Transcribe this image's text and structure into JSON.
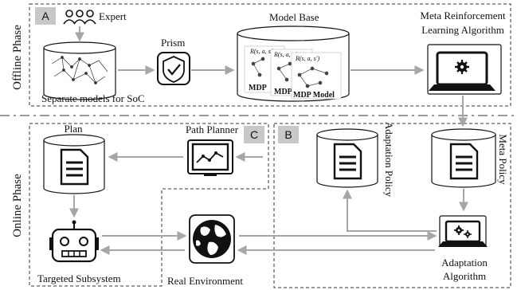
{
  "phases": {
    "offline": "Offline Phase",
    "online": "Online Phase"
  },
  "sections": {
    "a": "A",
    "b": "B",
    "c": "C"
  },
  "nodes": {
    "expert": "Expert",
    "separate_models": "Separate models for SoC",
    "prism": "Prism",
    "model_base": "Model Base",
    "mdp_formula_1": "R(s, a, s′)",
    "mdp_formula_2": "R(s, a, s′)",
    "mdp_formula_3": "R(s, a, s′)",
    "mdp_1": "MDP",
    "mdp_2": "MDP",
    "mdp_3": "MDP Model",
    "meta_rl_line1": "Meta Reinforcement",
    "meta_rl_line2": "Learning Algorithm",
    "meta_policy": "Meta Policy",
    "adaptation_policy": "Adaptation Policy",
    "adaptation_alg_line1": "Adaptation",
    "adaptation_alg_line2": "Algorithm",
    "path_planner": "Path Planner",
    "plan": "Plan",
    "targeted_subsystem": "Targeted Subsystem",
    "real_environment": "Real Environment"
  },
  "colors": {
    "arrow": "#a6a6a6",
    "tag_bg": "#c8c8c8",
    "cylinder_fill": "#ffffff",
    "icon": "#111111"
  }
}
